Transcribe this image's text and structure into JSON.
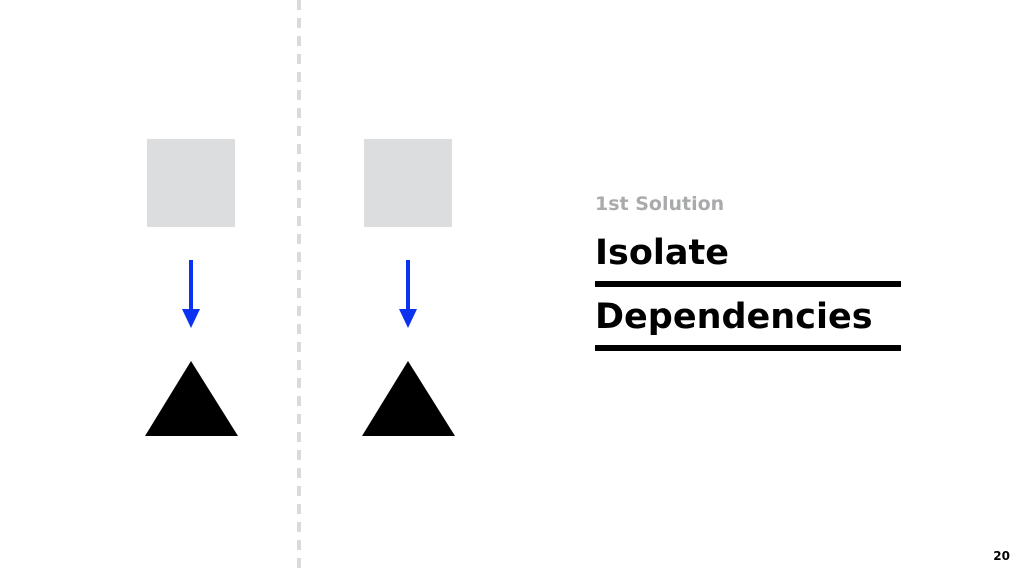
{
  "slide": {
    "subtitle": "1st Solution",
    "title_line_1": "Isolate",
    "title_line_2": "Dependencies",
    "page_number": "20"
  },
  "diagram": {
    "columns": [
      {
        "source_shape": "square",
        "arrow": "down-arrow",
        "target_shape": "triangle"
      },
      {
        "source_shape": "square",
        "arrow": "down-arrow",
        "target_shape": "triangle"
      }
    ]
  },
  "colors": {
    "square": "#dcdddf",
    "arrow": "#0a32f0",
    "triangle": "#000000",
    "divider": "#d9dadc",
    "subtitle": "#a9aaac",
    "text": "#000000"
  }
}
